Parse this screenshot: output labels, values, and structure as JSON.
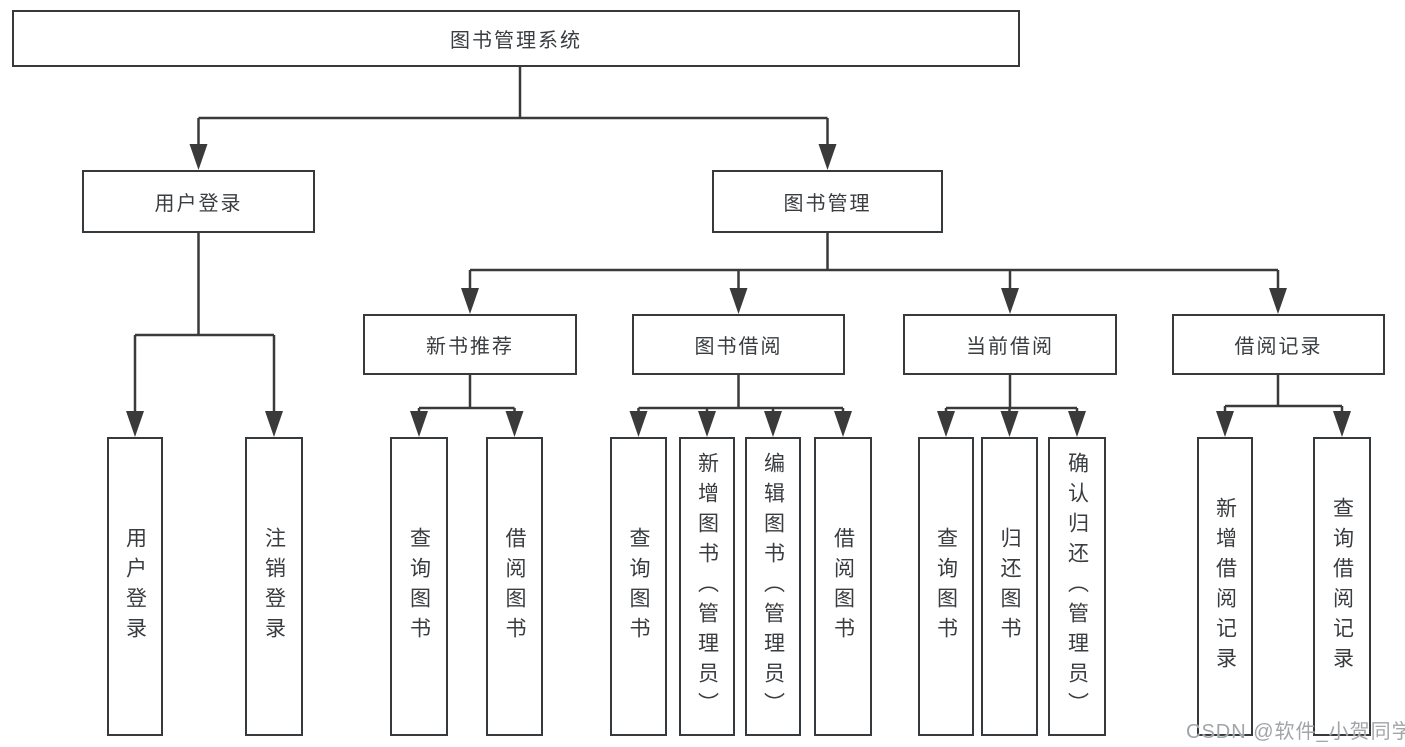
{
  "diagram": {
    "title": "图书管理系统",
    "watermark": "CSDN @软件_小贺同学",
    "colors": {
      "line": "#3a3a3a",
      "box_border": "#363a3d",
      "text": "#3a3d40",
      "watermark": "#a2a5a8",
      "background": "#ffffff"
    },
    "tree": {
      "label": "图书管理系统",
      "children": [
        {
          "label": "用户登录",
          "children": [
            {
              "label": "用户登录"
            },
            {
              "label": "注销登录"
            }
          ]
        },
        {
          "label": "图书管理",
          "children": [
            {
              "label": "新书推荐",
              "children": [
                {
                  "label": "查询图书"
                },
                {
                  "label": "借阅图书"
                }
              ]
            },
            {
              "label": "图书借阅",
              "children": [
                {
                  "label": "查询图书"
                },
                {
                  "label": "新增图书（管理员）"
                },
                {
                  "label": "编辑图书（管理员）"
                },
                {
                  "label": "借阅图书"
                }
              ]
            },
            {
              "label": "当前借阅",
              "children": [
                {
                  "label": "查询图书"
                },
                {
                  "label": "归还图书"
                },
                {
                  "label": "确认归还（管理员）"
                }
              ]
            },
            {
              "label": "借阅记录",
              "children": [
                {
                  "label": "新增借阅记录"
                },
                {
                  "label": "查询借阅记录"
                }
              ]
            }
          ]
        }
      ]
    }
  }
}
